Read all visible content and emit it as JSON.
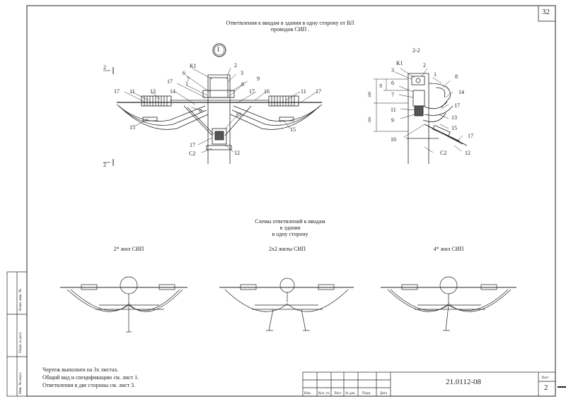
{
  "sheet_number_top": "32",
  "title": {
    "line1": "Ответвления к вводам в здания в одну сторону от ВЛ",
    "line2": "проводов СИП ."
  },
  "view1": {
    "marker": "I",
    "section_mark": "2"
  },
  "view2": {
    "title": "2-2",
    "dim_200_top": "200",
    "dim_80": "80",
    "dim_200_bottom": "200"
  },
  "labels": {
    "k1": "К1",
    "c2": "С2",
    "n1": "1",
    "n2": "2",
    "n3": "3",
    "n6": "6",
    "n7": "7",
    "n8": "8",
    "n9": "9",
    "n10": "10",
    "n11": "11",
    "n12": "12",
    "n13": "13",
    "n14": "14",
    "n15": "15",
    "n16": "16",
    "n17": "17"
  },
  "schemes": {
    "title_line1": "Схемы ответвлений к вводам",
    "title_line2": "в здания",
    "title_line3": "в одну сторону",
    "left": "2* жил СИП",
    "middle": "2х2 жилы СИП",
    "right": "4* жил СИП"
  },
  "notes": {
    "line1": "Чертеж выполнен на 3х листах.",
    "line2": "Общий вид и спецификацию см. лист 1.",
    "line3": "Ответвления в две стороны см. лист 3."
  },
  "title_block": {
    "code": "21.0112-08",
    "sheet_label": "Лист",
    "sheet_number": "2",
    "columns": [
      "Изм.",
      "Кол. уч.",
      "Лист",
      "№ док.",
      "Подп.",
      "Дата"
    ]
  },
  "side_stamp": {
    "inv_no": "Инв. № подл.",
    "sign_date": "Подп. и дата",
    "replace_inv": "Взам. инв. №"
  }
}
